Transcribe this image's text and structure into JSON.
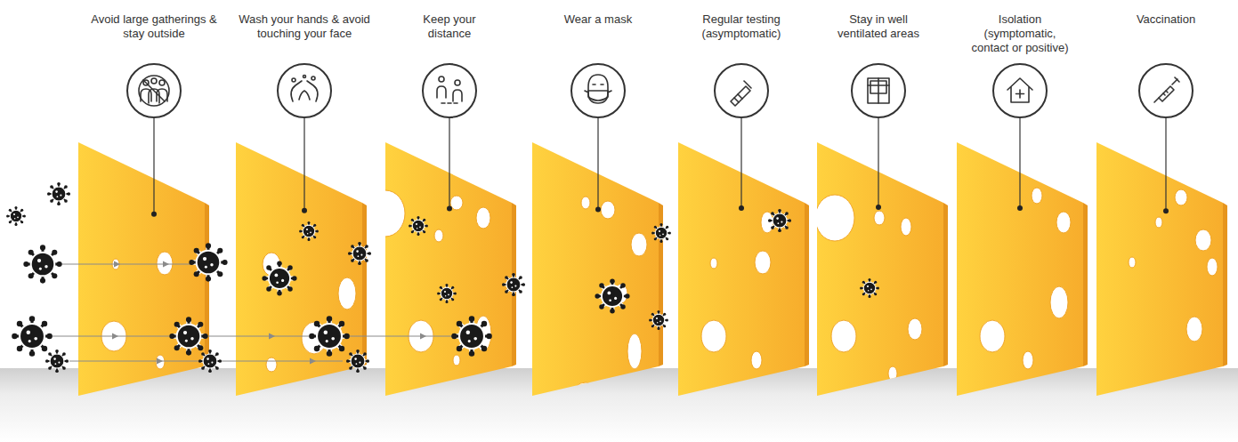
{
  "diagram": {
    "nodes": [
      {
        "text": [
          "Avoid large gatherings & stay outside"
        ]
      },
      {
        "text": [
          "Wash your hands & avoid touching your face"
        ]
      },
      {
        "text": [
          "Keep your distance"
        ]
      },
      {
        "text": [
          "Wear a mask"
        ]
      },
      {
        "text": [
          "Regular testing (asymptomatic)"
        ]
      },
      {
        "text": [
          "Stay in well ventilated areas"
        ]
      },
      {
        "text": [
          "Isolation (symptomatic, contact or positive)"
        ]
      },
      {
        "text": [
          "Vaccination"
        ]
      }
    ]
  }
}
